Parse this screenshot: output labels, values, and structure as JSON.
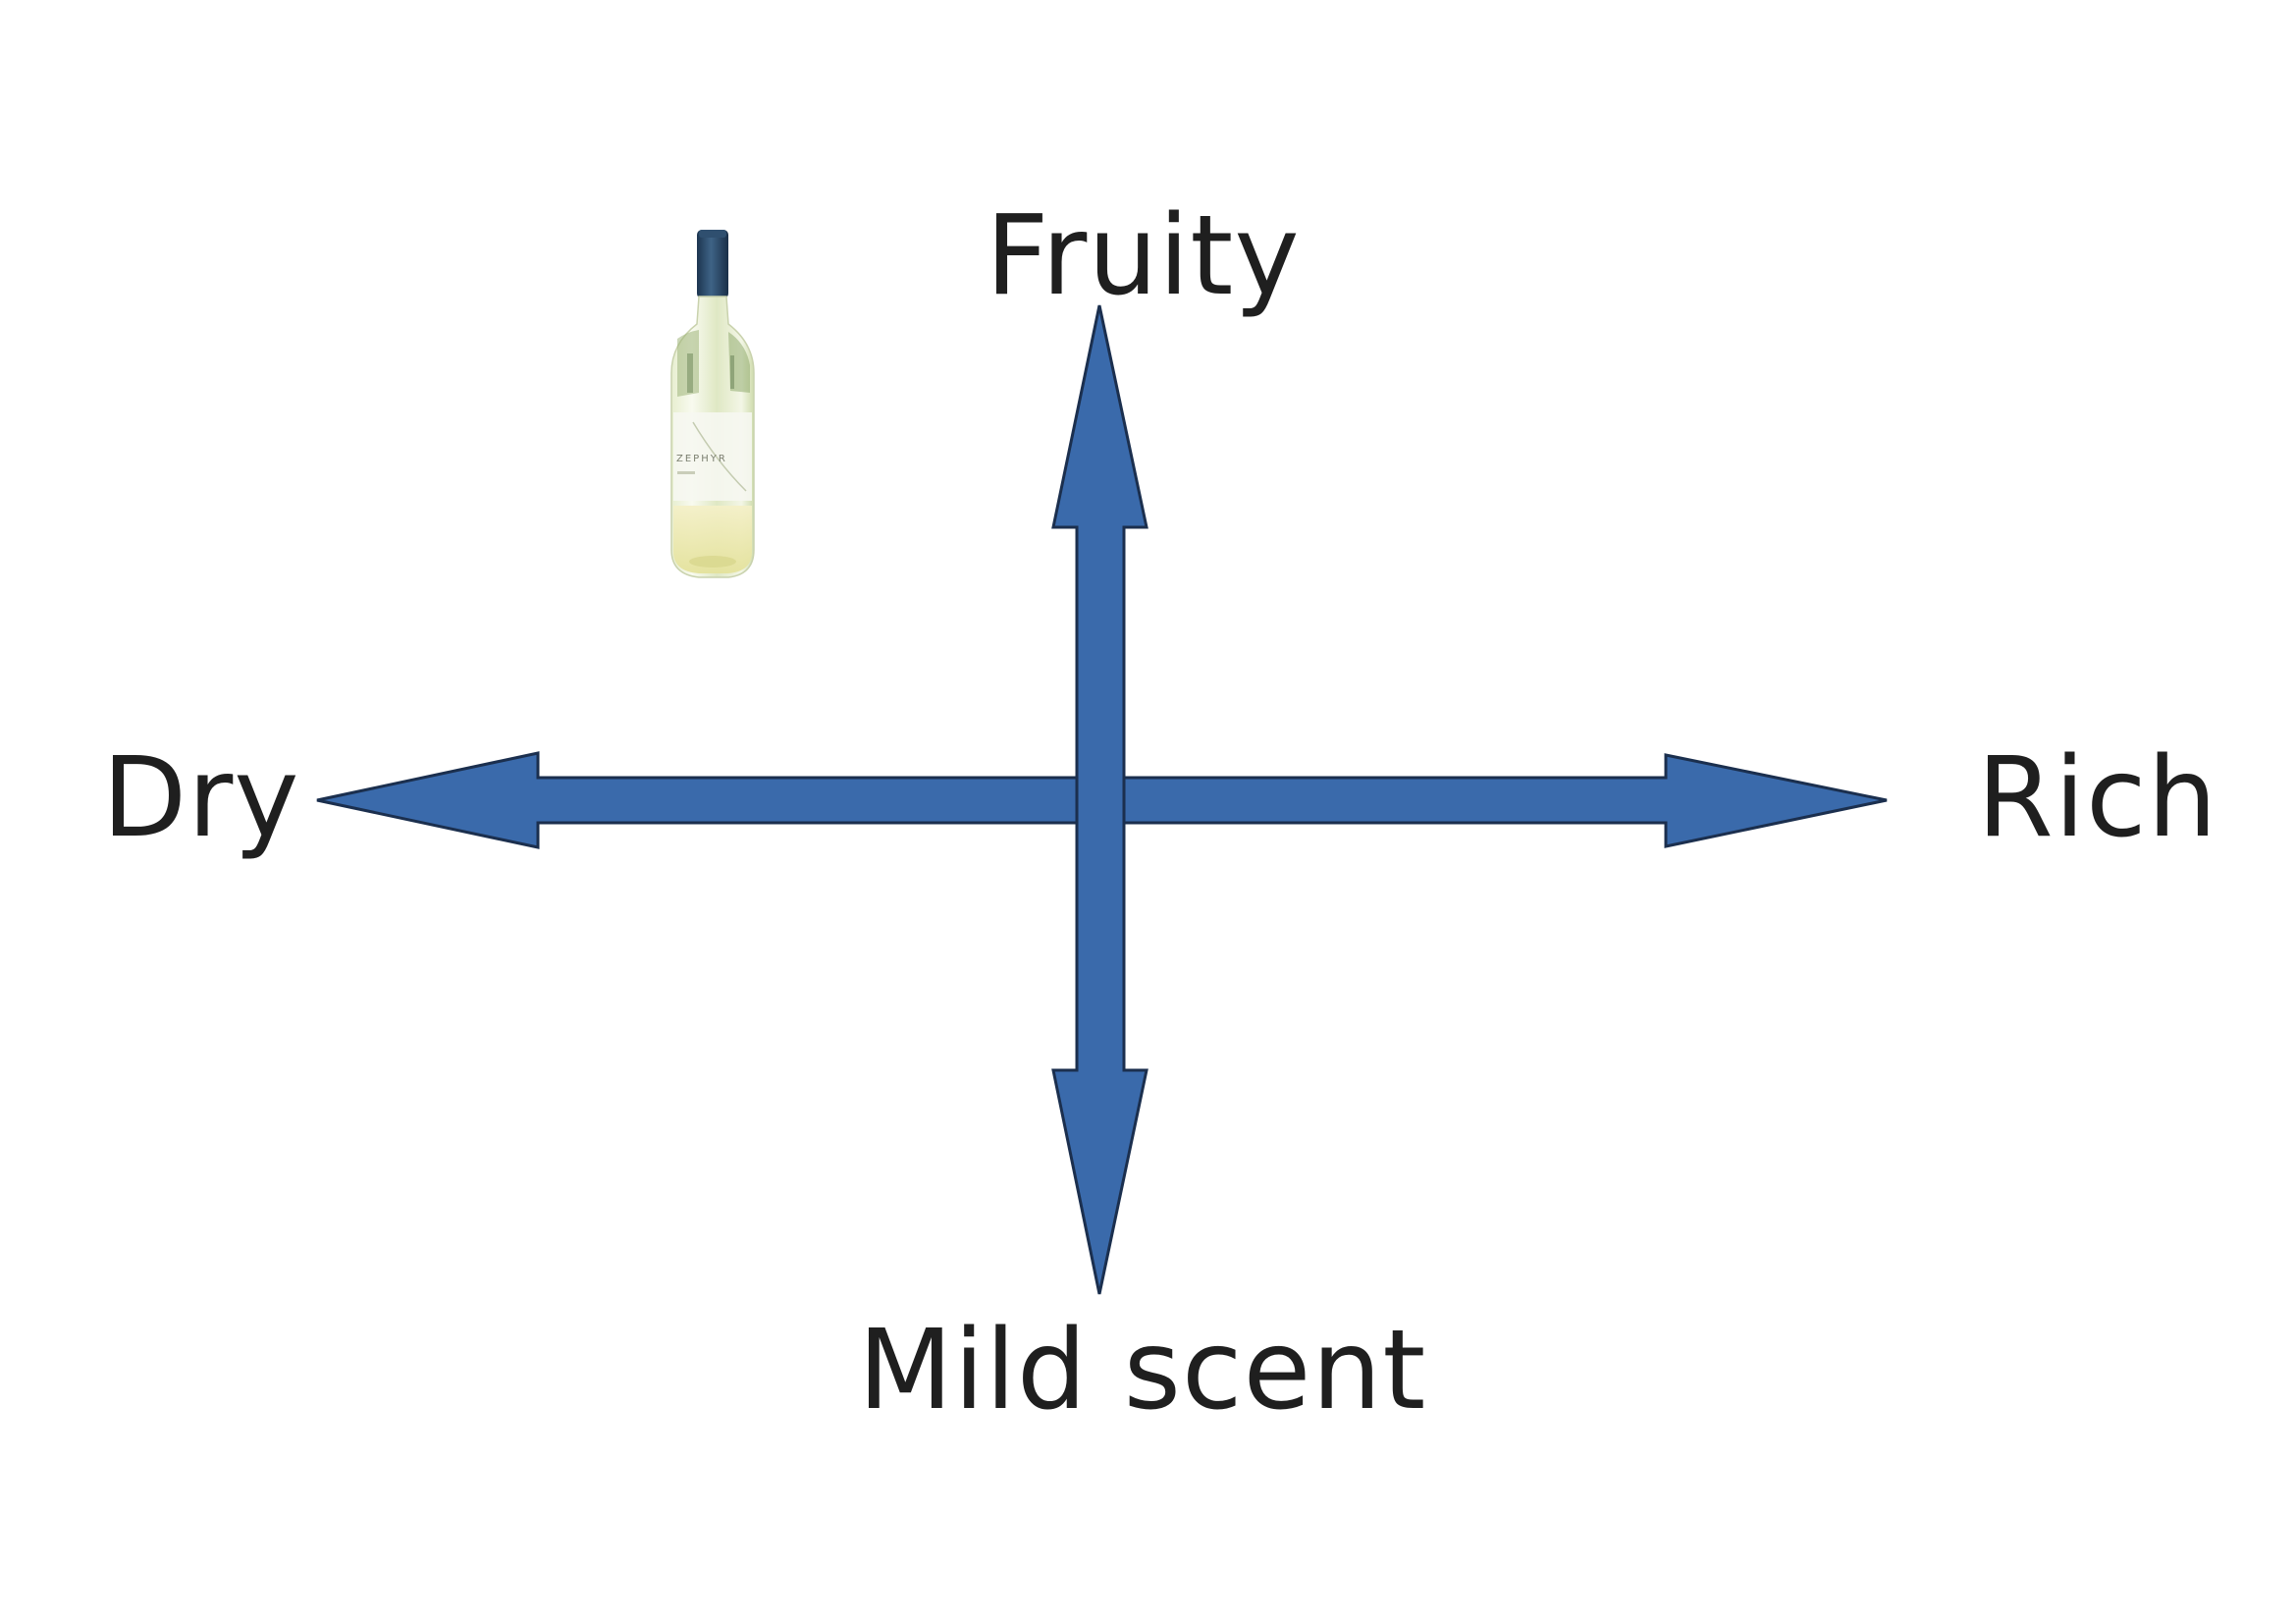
{
  "labels": {
    "top": "Fruity",
    "bottom": "Mild scent",
    "left": "Dry",
    "right": "Rich"
  },
  "bottle": {
    "label_text": "ZEPHYR"
  },
  "colors": {
    "arrow_fill": "#3a6aab",
    "arrow_stroke": "#1b2f4e",
    "text": "#1f1f1f",
    "background": "#ffffff"
  }
}
